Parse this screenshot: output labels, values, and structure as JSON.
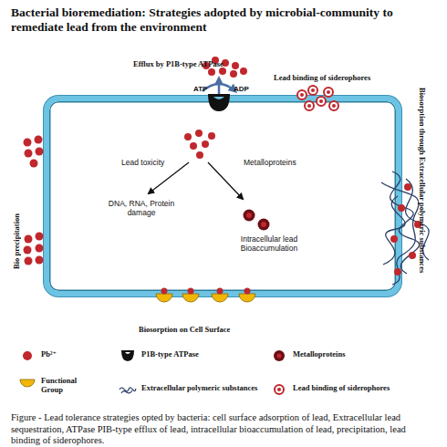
{
  "diagram": {
    "title": "Bacterial bioremediation: Strategies adopted by microbial-community to remediate lead from the environment",
    "caption": "Figure - Lead tolerance strategies opted by bacteria: cell surface adsorption of lead, Extracellular lead sequestration, ATPase PIB-type efflux of lead, intracellular bioaccumulation of lead, precipitation, lead binding of siderophores.",
    "nodes": [
      {
        "text": [
          "Lead toxicity",
          "Metalloproteins",
          "DNA, RNA, Protein damage",
          "Intracellular lead Bioaccumulation"
        ]
      }
    ],
    "labels": [
      "Efflux by P1B-type ATPase",
      "ATP",
      "ADP",
      "Lead binding of siderophores",
      "Biosorption through Extracellular polymeric substances",
      "Bio precipitation",
      "Biosorption on Cell Surface"
    ],
    "legend": [
      {
        "text": "Pb²⁺"
      },
      {
        "text": "P1B-type ATPase"
      },
      {
        "text": "Metalloproteins"
      },
      {
        "text": "Functional Group"
      },
      {
        "text": "Extracellular polymeric substances"
      },
      {
        "text": "Lead binding of siderophores"
      }
    ]
  }
}
